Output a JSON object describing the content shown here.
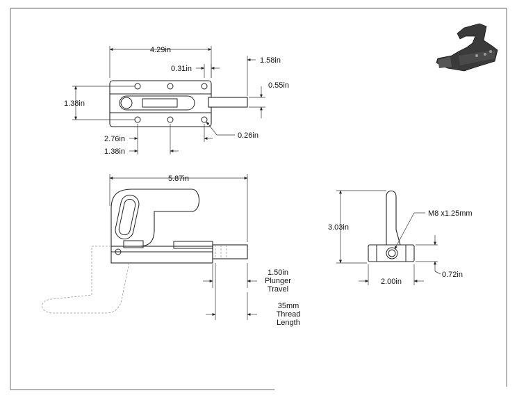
{
  "top_view": {
    "overall_length": "4.29in",
    "plunger_extension": "1.58in",
    "edge_offset": "0.31in",
    "plunger_diameter": "0.55in",
    "base_width": "1.38in",
    "hole_spacing_outer": "2.76in",
    "hole_spacing_inner": "1.38in",
    "hole_diameter": "0.26in"
  },
  "side_view": {
    "overall_length": "5.87in",
    "plunger_travel_value": "1.50in",
    "plunger_travel_line1": "Plunger",
    "plunger_travel_line2": "Travel",
    "thread_length_value": "35mm",
    "thread_length_line1": "Thread",
    "thread_length_line2": "Length"
  },
  "end_view": {
    "height": "3.03in",
    "thread_spec": "M8 x1.25mm",
    "width": "2.00in",
    "base_height": "0.72in"
  },
  "colors": {
    "line": "#222222",
    "hidden_line": "#999999",
    "render_body": "#3a3a3a"
  }
}
